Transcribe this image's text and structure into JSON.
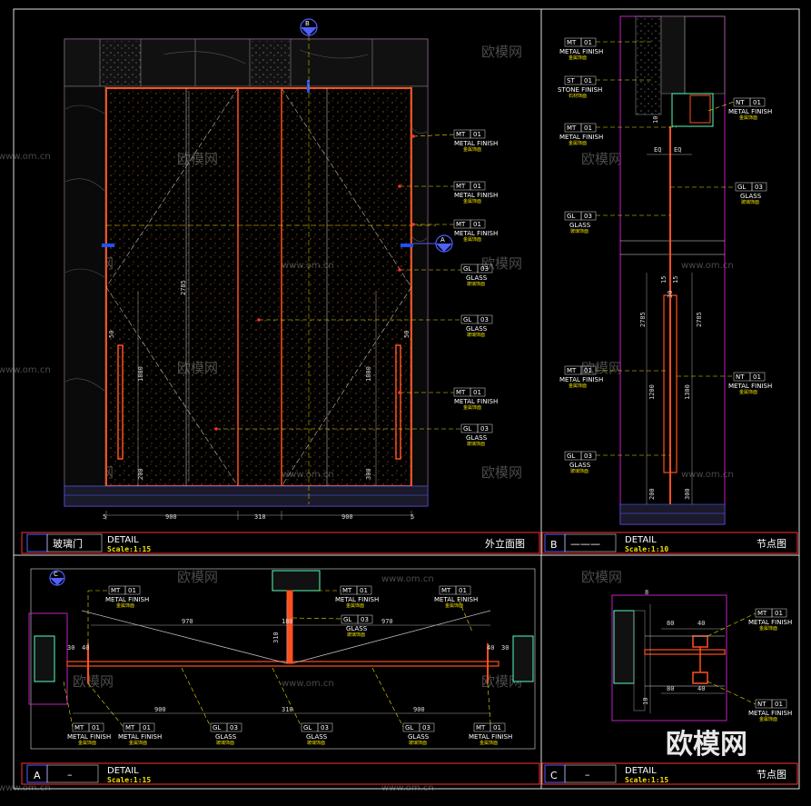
{
  "watermark": {
    "brand": "欧模网",
    "url": "www.om.cn"
  },
  "panels": {
    "elevation": {
      "symbol": "",
      "name": "玻璃门",
      "detail": "DETAIL",
      "scale": "Scale:1:15",
      "view": "外立面图"
    },
    "sectionB": {
      "symbol": "B",
      "name": "———",
      "detail": "DETAIL",
      "scale": "Scale:1:10",
      "view": "节点图"
    },
    "planA": {
      "symbol": "A",
      "name": "–",
      "detail": "DETAIL",
      "scale": "Scale:1:15"
    },
    "nodeC": {
      "symbol": "C",
      "name": "–",
      "detail": "DETAIL",
      "scale": "Scale:1:15",
      "view": "节点图"
    }
  },
  "markers": {
    "b": "B",
    "a": "A",
    "c": "C"
  },
  "tags": {
    "mt": {
      "code": "MT",
      "num": "01",
      "label": "METAL FINISH",
      "cn": "金属饰面"
    },
    "gl": {
      "code": "GL",
      "num": "03",
      "label": "GLASS",
      "cn": "玻璃饰面"
    },
    "st": {
      "code": "ST",
      "num": "01",
      "label": "STONE FINISH",
      "cn": "石材饰面"
    },
    "nt": {
      "code": "NT",
      "num": "01",
      "label": "METAL FINISH",
      "cn": "金属饰面"
    }
  },
  "dims": {
    "elev_bottom": [
      "5",
      "900",
      "310",
      "900",
      "5"
    ],
    "elev_height": "2785",
    "elev_handle": "1800",
    "elev_50": "50",
    "elev_200": "200",
    "elev_300": "300",
    "b_eq": "EQ",
    "b_15": "15",
    "b_30": "30",
    "b_2785": "2785",
    "b_1200": "1200",
    "b_1300": "1300",
    "b_200": "200",
    "b_300": "300",
    "b_10": "10",
    "a_970": "970",
    "a_180": "180",
    "a_310": "310",
    "a_900": "900",
    "a_40": "40",
    "a_30": "30",
    "c_8": "8",
    "c_80": "80",
    "c_40": "40",
    "c_10": "10"
  }
}
